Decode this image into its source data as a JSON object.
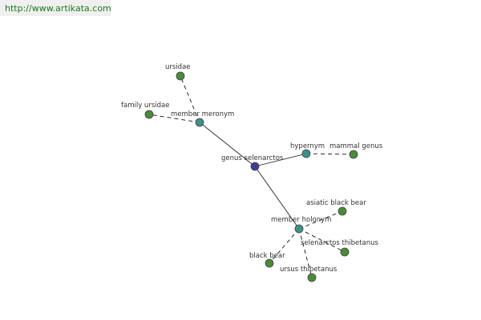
{
  "source": {
    "url_text": "http://www.artikata.com"
  },
  "colors": {
    "center_node": "#3a3f8f",
    "relation_node": "#3f8f8a",
    "leaf_node": "#4a8a3a",
    "link_text": "#1a7a1a"
  },
  "graph": {
    "nodes": [
      {
        "id": "genus-selenarctos",
        "label": "genus selenarctos",
        "kind": "center"
      },
      {
        "id": "member-meronym",
        "label": "member meronym",
        "kind": "relation"
      },
      {
        "id": "hypernym",
        "label": "hypernym",
        "kind": "relation"
      },
      {
        "id": "member-holonym",
        "label": "member holonym",
        "kind": "relation"
      },
      {
        "id": "ursidae",
        "label": "ursidae",
        "kind": "leaf"
      },
      {
        "id": "family-ursidae",
        "label": "family ursidae",
        "kind": "leaf"
      },
      {
        "id": "mammal-genus",
        "label": "mammal genus",
        "kind": "leaf"
      },
      {
        "id": "asiatic-black-bear",
        "label": "asiatic black bear",
        "kind": "leaf"
      },
      {
        "id": "selenarctos-thibetanus",
        "label": "selenarctos thibetanus",
        "kind": "leaf"
      },
      {
        "id": "black-bear",
        "label": "black bear",
        "kind": "leaf"
      },
      {
        "id": "ursus-thibetanus",
        "label": "ursus thibetanus",
        "kind": "leaf"
      }
    ],
    "edges": [
      {
        "from": "genus-selenarctos",
        "to": "member-meronym",
        "style": "solid"
      },
      {
        "from": "genus-selenarctos",
        "to": "hypernym",
        "style": "solid"
      },
      {
        "from": "genus-selenarctos",
        "to": "member-holonym",
        "style": "solid"
      },
      {
        "from": "member-meronym",
        "to": "ursidae",
        "style": "dashed"
      },
      {
        "from": "member-meronym",
        "to": "family-ursidae",
        "style": "dashed"
      },
      {
        "from": "hypernym",
        "to": "mammal-genus",
        "style": "dashed"
      },
      {
        "from": "member-holonym",
        "to": "asiatic-black-bear",
        "style": "dashed"
      },
      {
        "from": "member-holonym",
        "to": "selenarctos-thibetanus",
        "style": "dashed"
      },
      {
        "from": "member-holonym",
        "to": "black-bear",
        "style": "dashed"
      },
      {
        "from": "member-holonym",
        "to": "ursus-thibetanus",
        "style": "dashed"
      }
    ]
  }
}
